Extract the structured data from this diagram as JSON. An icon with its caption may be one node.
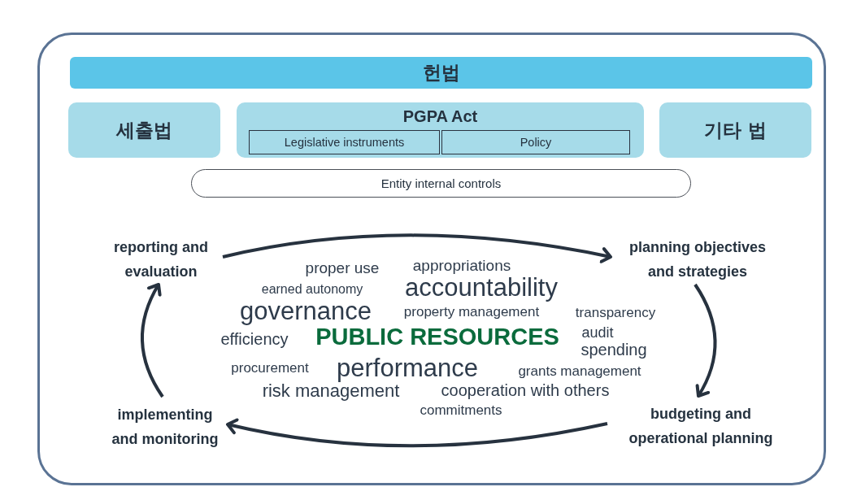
{
  "diagram": {
    "nodes": [
      {
        "text": [],
        "shape": "box"
      },
      {
        "text": [
          "헌법"
        ],
        "in": 0
      },
      {
        "text": [
          "세출법"
        ],
        "in": 0
      },
      {
        "text": [
          "PGPA Act"
        ],
        "in": 0
      },
      {
        "text": [
          "Legislative instruments"
        ],
        "in": 3
      },
      {
        "text": [
          "Policy"
        ],
        "in": 3
      },
      {
        "text": [
          "기타 법"
        ],
        "in": 0
      },
      {
        "text": [
          "Entity internal controls"
        ],
        "in": 0
      },
      {
        "text": [
          "reporting and evaluation"
        ],
        "in": 0
      },
      {
        "text": [
          "planning objectives and strategies"
        ],
        "in": 0
      },
      {
        "text": [
          "budgeting and operational planning"
        ],
        "in": 0
      },
      {
        "text": [
          "implementing and monitoring"
        ],
        "in": 0
      }
    ],
    "edges": [
      {
        "from": 8,
        "to": 9,
        "arrow": "to"
      },
      {
        "from": 9,
        "to": 10,
        "arrow": "to"
      },
      {
        "from": 10,
        "to": 11,
        "arrow": "to"
      },
      {
        "from": 11,
        "to": 8,
        "arrow": "to"
      }
    ],
    "labels": [
      "proper use",
      "appropriations",
      "earned autonomy",
      "accountability",
      "governance",
      "property management",
      "transparency",
      "efficiency",
      "PUBLIC RESOURCES",
      "audit",
      "spending",
      "procurement",
      "performance",
      "grants management",
      "risk management",
      "cooperation with others",
      "commitments"
    ]
  }
}
